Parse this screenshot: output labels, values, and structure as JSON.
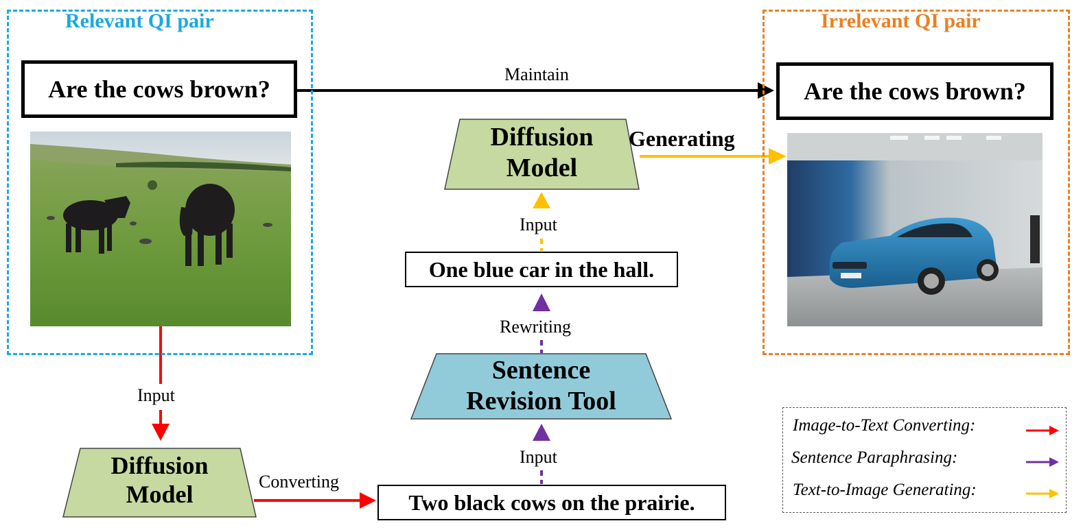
{
  "groups": {
    "relevant": {
      "title": "Relevant QI pair",
      "question": "Are the cows brown?"
    },
    "irrelevant": {
      "title": "Irrelevant QI pair",
      "question": "Are the cows brown?"
    }
  },
  "images": {
    "relevant": "photo-cows-on-prairie",
    "irrelevant": "photo-blue-car-in-hall"
  },
  "nodes": {
    "diffusion_top": {
      "line1": "Diffusion",
      "line2": "Model",
      "color": "#c5d9a1"
    },
    "diffusion_bottom": {
      "line1": "Diffusion",
      "line2": "Model",
      "color": "#c5d9a1"
    },
    "revision_tool": {
      "line1": "Sentence",
      "line2": "Revision Tool",
      "color": "#91cbd9"
    },
    "caption": "Two black cows on the prairie.",
    "rewritten": "One blue car in the hall."
  },
  "edges": {
    "maintain": "Maintain",
    "generating": "Generating",
    "input_image": "Input",
    "converting": "Converting",
    "input_caption": "Input",
    "rewriting": "Rewriting",
    "input_rewritten": "Input"
  },
  "legend": {
    "items": [
      {
        "label": "Image-to-Text Converting:",
        "color": "#ff0000"
      },
      {
        "label": "Sentence Paraphrasing:",
        "color": "#7030a0"
      },
      {
        "label": "Text-to-Image Generating:",
        "color": "#ffc000"
      }
    ]
  },
  "colors": {
    "relevant": "#1aa9e0",
    "irrelevant": "#ec7f22",
    "red": "#ff0000",
    "purple": "#7030a0",
    "yellow": "#ffc000"
  }
}
